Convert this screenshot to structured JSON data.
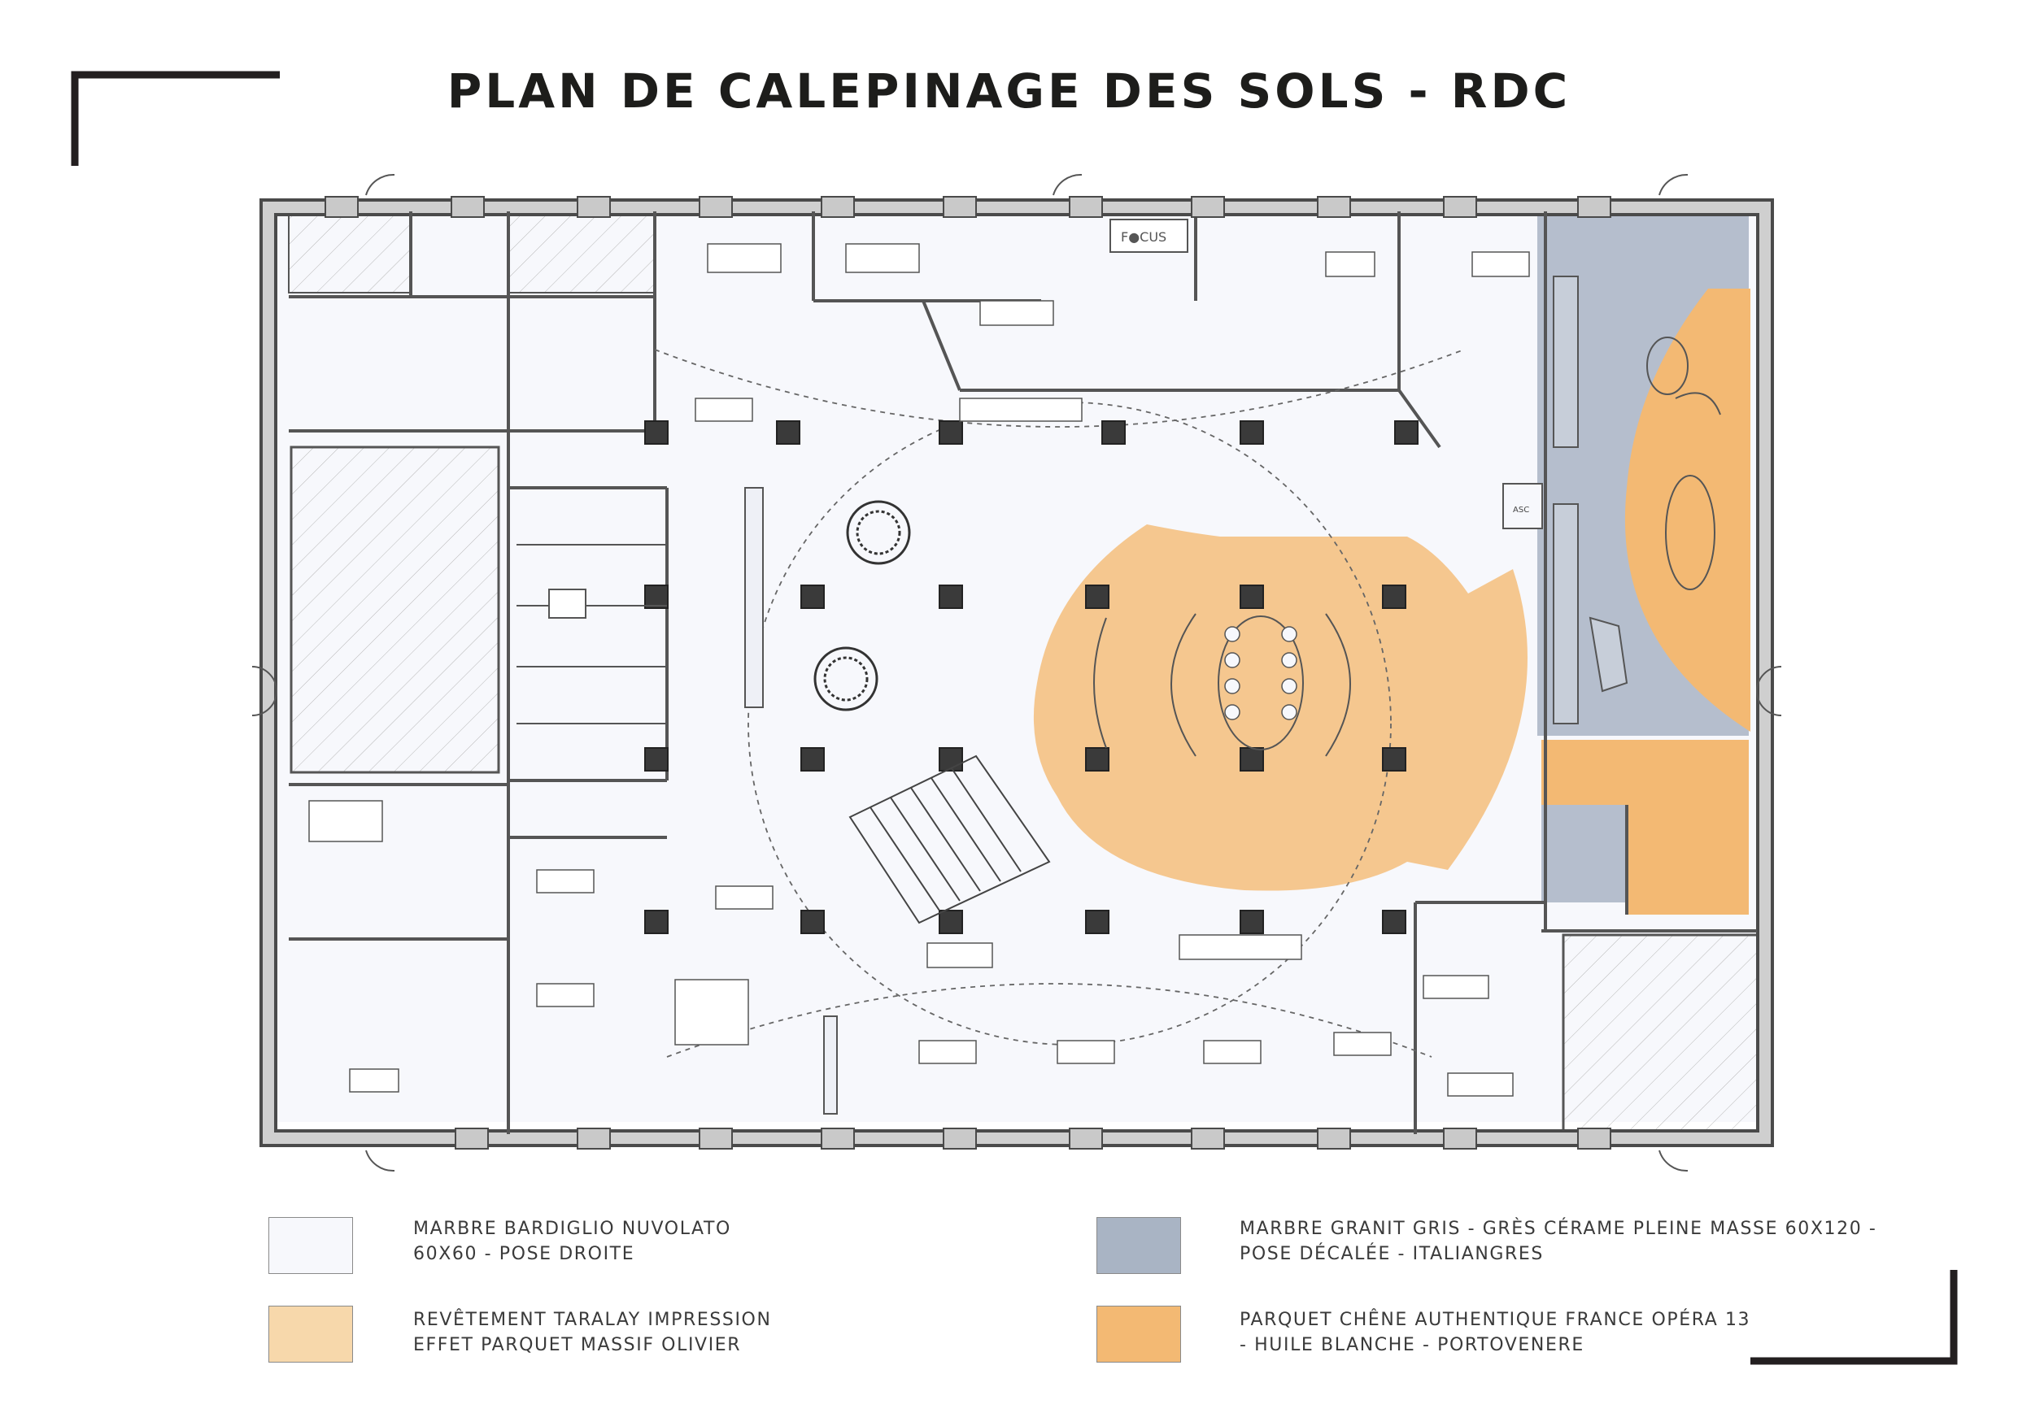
{
  "title": "PLAN DE CALEPINAGE DES SOLS - RDC",
  "plan": {
    "signage_text": "F●CUS",
    "room_label_asc": "ASC"
  },
  "colors": {
    "frame": "#231f20",
    "wall": "#4a4a4a",
    "wall_fill": "#c9c9c9",
    "marble_white": "#f7f8fc",
    "granit_gris": "#a9b4c4",
    "taralay": "#f7d8ab",
    "parquet_chene": "#f3b973"
  },
  "legend": [
    {
      "lines": [
        "MARBRE BARDIGLIO NUVOLATO",
        "60X60 - POSE DROITE"
      ],
      "color": "#f7f8fc"
    },
    {
      "lines": [
        "REVÊTEMENT TARALAY IMPRESSION",
        "EFFET PARQUET MASSIF OLIVIER"
      ],
      "color": "#f7d8ab"
    },
    {
      "lines": [
        "MARBRE GRANIT GRIS - GRÈS CÉRAME PLEINE MASSE 60X120 -",
        "POSE DÉCALÉE - ITALIANGRES"
      ],
      "color": "#a9b4c4"
    },
    {
      "lines": [
        "PARQUET CHÊNE AUTHENTIQUE FRANCE OPÉRA 13",
        "- HUILE BLANCHE - PORTOVENERE"
      ],
      "color": "#f3b973"
    }
  ]
}
